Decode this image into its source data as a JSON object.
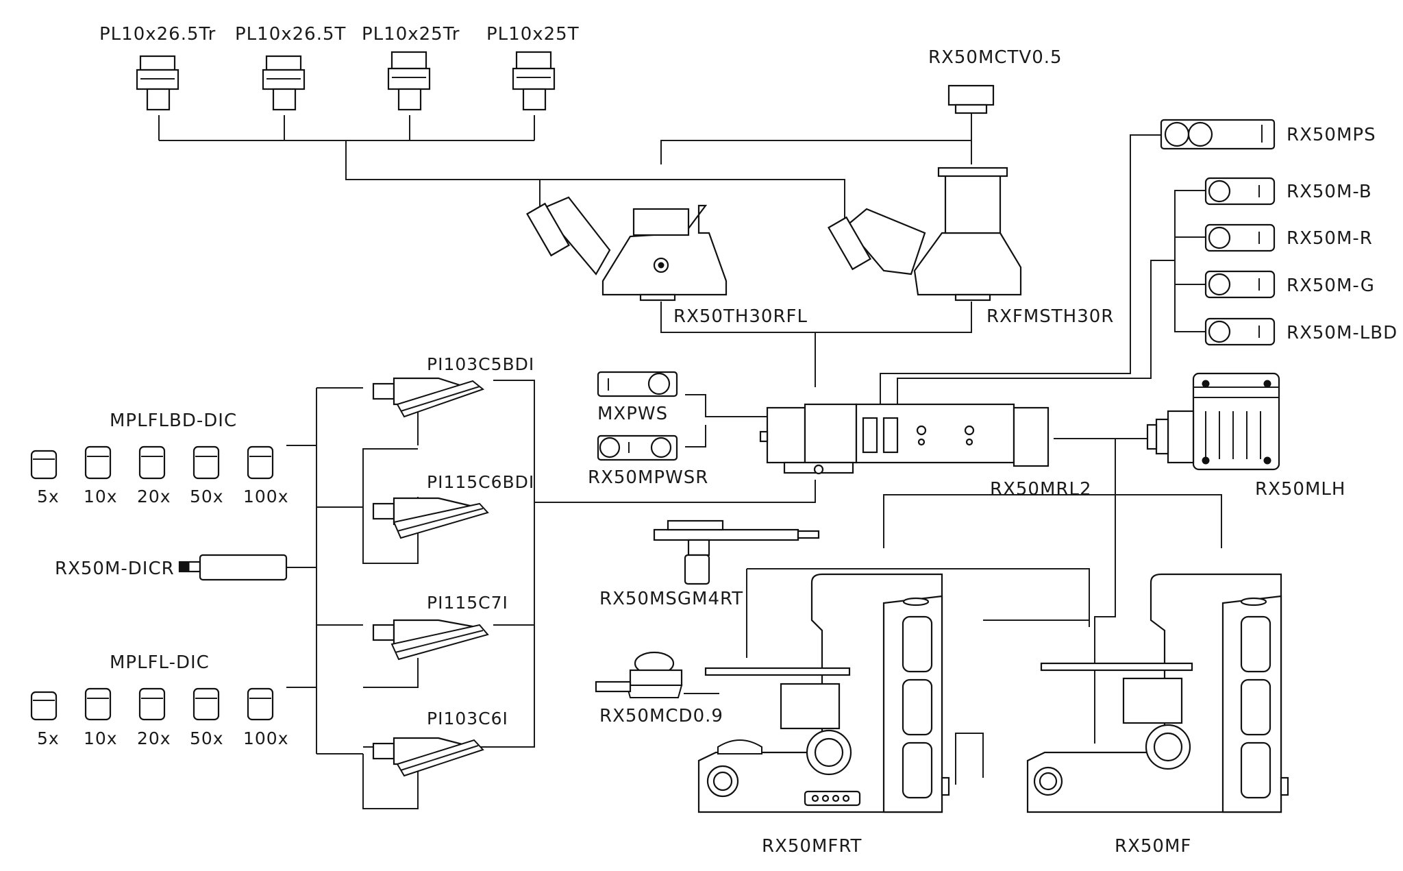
{
  "eyepieces": [
    "PL10x26.5Tr",
    "PL10x26.5T",
    "PL10x25Tr",
    "PL10x25T"
  ],
  "camera_adapter": "RX50MCTV0.5",
  "heads": [
    "RX50TH30RFL",
    "RXFMSTH30R"
  ],
  "filters": {
    "polarizer_slider": "RX50MPS",
    "cubes": [
      "RX50M-B",
      "RX50M-R",
      "RX50M-G",
      "RX50M-LBD"
    ]
  },
  "illuminator": {
    "lamp_house": "RX50MLH",
    "reflector": "RX50MRL2",
    "sliders": [
      "MXPWS",
      "RX50MPWSR"
    ]
  },
  "nosepieces": [
    "PI103C5BDI",
    "PI115C6BDI",
    "PI115C7I",
    "PI103C6I"
  ],
  "objective_sets": [
    {
      "name": "MPLFLBD-DIC",
      "mags": [
        "5x",
        "10x",
        "20x",
        "50x",
        "100x"
      ]
    },
    {
      "name": "MPLFL-DIC",
      "mags": [
        "5x",
        "10x",
        "20x",
        "50x",
        "100x"
      ]
    }
  ],
  "dic_slider": "RX50M-DICR",
  "stage": "RX50MSGM4RT",
  "condenser": "RX50MCD0.9",
  "stands": [
    "RX50MFRT",
    "RX50MF"
  ]
}
